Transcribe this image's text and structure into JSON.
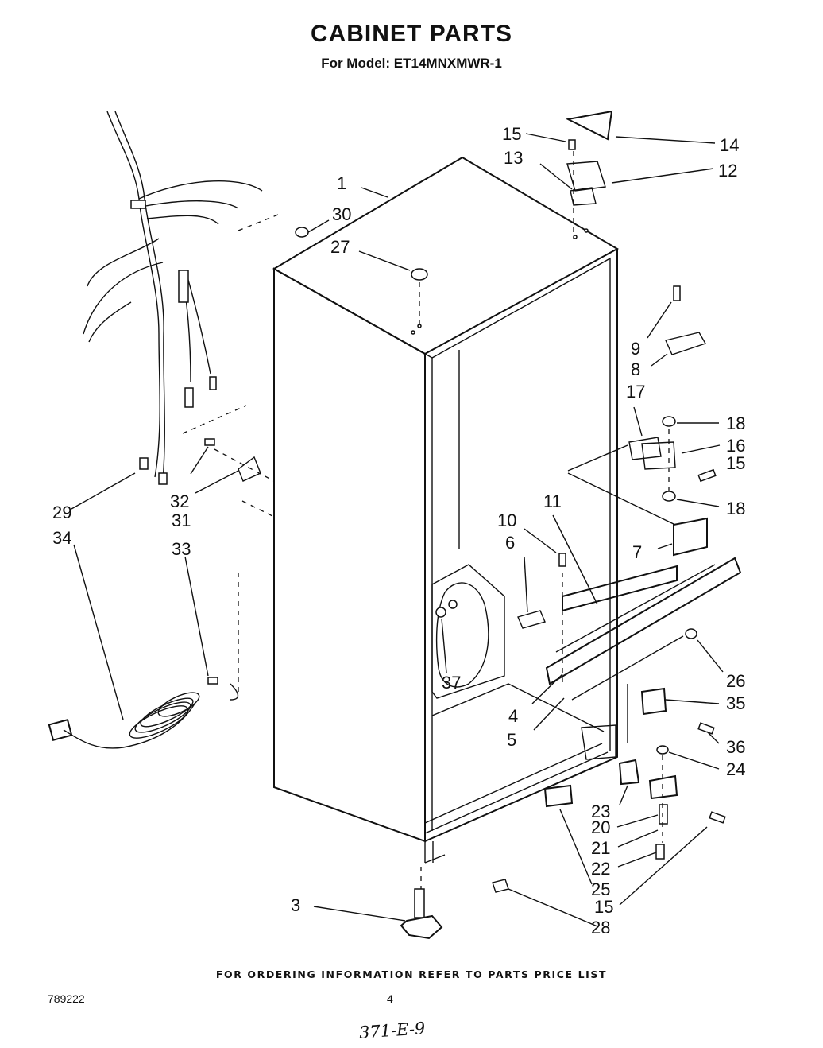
{
  "header": {
    "title": "CABINET PARTS",
    "model_line": "For Model: ET14MNXMWR-1"
  },
  "callouts": [
    "1",
    "3",
    "4",
    "5",
    "6",
    "7",
    "8",
    "9",
    "10",
    "11",
    "12",
    "13",
    "14",
    "15",
    "15",
    "15",
    "15",
    "16",
    "17",
    "18",
    "18",
    "20",
    "21",
    "22",
    "23",
    "24",
    "25",
    "26",
    "27",
    "28",
    "29",
    "30",
    "31",
    "32",
    "33",
    "34",
    "35",
    "36",
    "37"
  ],
  "footer": {
    "ordering_note": "FOR ORDERING INFORMATION REFER TO PARTS PRICE LIST",
    "doc_number": "789222",
    "page_number": "4",
    "handwritten_note": "371-E-9"
  }
}
